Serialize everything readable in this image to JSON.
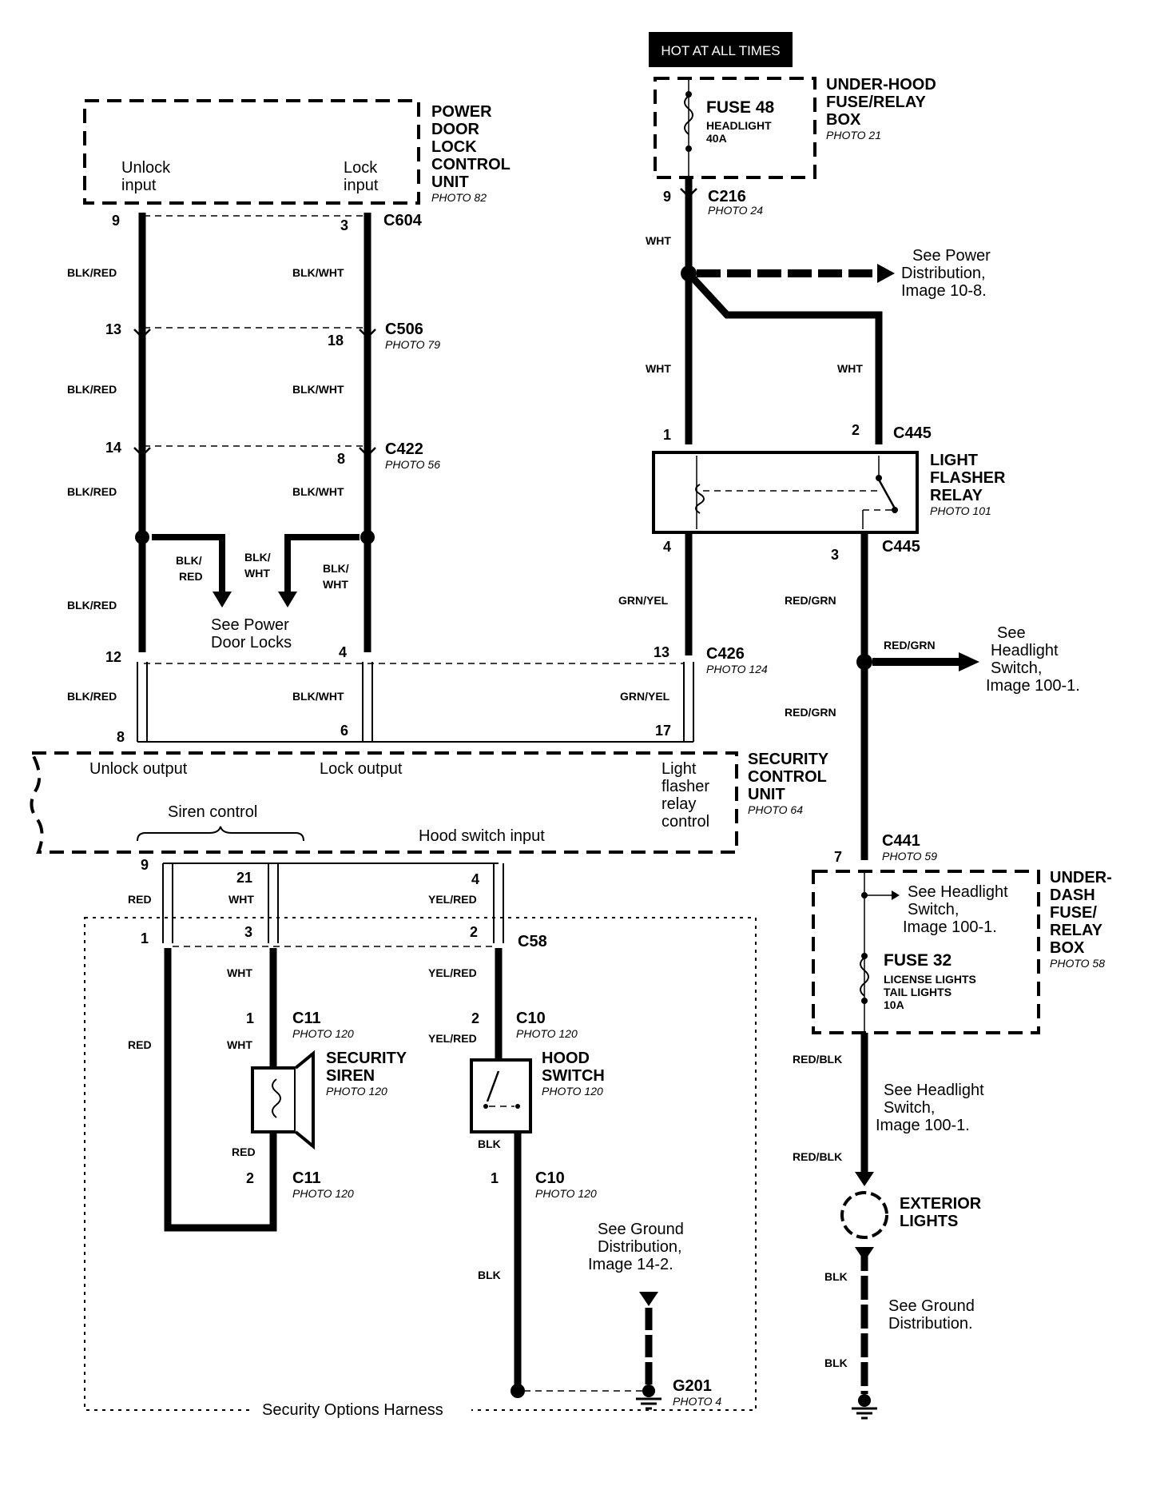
{
  "hot_label": "HOT AT ALL TIMES",
  "underhood": {
    "fuse_name": "FUSE 48",
    "fuse_desc1": "HEADLIGHT",
    "fuse_desc2": "40A",
    "box_line1": "UNDER-HOOD",
    "box_line2": "FUSE/RELAY",
    "box_line3": "BOX",
    "photo": "PHOTO 21"
  },
  "pdl": {
    "line1": "POWER",
    "line2": "DOOR",
    "line3": "LOCK",
    "line4": "CONTROL",
    "line5": "UNIT",
    "photo": "PHOTO 82",
    "unlock_input_1": "Unlock",
    "unlock_input_2": "input",
    "lock_input_1": "Lock",
    "lock_input_2": "input"
  },
  "connectors": {
    "c604": "C604",
    "c216": "C216",
    "c216_photo": "PHOTO 24",
    "c506": "C506",
    "c506_photo": "PHOTO 79",
    "c422": "C422",
    "c422_photo": "PHOTO 56",
    "c445_top": "C445",
    "c445_bottom": "C445",
    "c426": "C426",
    "c426_photo": "PHOTO 124",
    "c441": "C441",
    "c441_photo": "PHOTO 59",
    "c58": "C58",
    "c11_top": "C11",
    "c11_top_photo": "PHOTO 120",
    "c11_bottom": "C11",
    "c11_bottom_photo": "PHOTO 120",
    "c10_top": "C10",
    "c10_top_photo": "PHOTO 120",
    "c10_bottom": "C10",
    "c10_bottom_photo": "PHOTO 120",
    "g201": "G201",
    "g201_photo": "PHOTO 4"
  },
  "pins": {
    "p9a": "9",
    "p3a": "3",
    "p9c216": "9",
    "p13": "13",
    "p18": "18",
    "p14": "14",
    "p8a": "8",
    "p1relay": "1",
    "p2relay": "2",
    "p4relay": "4",
    "p3relay": "3",
    "p12": "12",
    "p4b": "4",
    "p13b": "13",
    "p8b": "8",
    "p6": "6",
    "p17": "17",
    "p9b": "9",
    "p21": "21",
    "p4c": "4",
    "p1c58": "1",
    "p3c58": "3",
    "p2c58": "2",
    "p1c11": "1",
    "p2c11": "2",
    "p2c10": "2",
    "p1c10": "1",
    "p7": "7"
  },
  "wires": {
    "blk_red": "BLK/RED",
    "blk_wht": "BLK/WHT",
    "blk_red_split_1": "BLK/",
    "blk_red_split_2": "RED",
    "blk_wht_split_1": "BLK/",
    "blk_wht_split_2": "WHT",
    "wht": "WHT",
    "grn_yel": "GRN/YEL",
    "red_grn": "RED/GRN",
    "red_blk": "RED/BLK",
    "red": "RED",
    "yel_red": "YEL/RED",
    "blk": "BLK"
  },
  "refs": {
    "power_dist_1": "See Power",
    "power_dist_2": "Distribution,",
    "power_dist_3": "Image 10-8.",
    "door_locks_1": "See Power",
    "door_locks_2": "Door Locks",
    "headlight_a_1": "See",
    "headlight_a_2": "Headlight",
    "headlight_a_3": "Switch,",
    "headlight_a_4": "Image 100-1.",
    "headlight_b_1": "See Headlight",
    "headlight_b_2": "Switch,",
    "headlight_b_3": "Image 100-1.",
    "headlight_c_1": "See Headlight",
    "headlight_c_2": "Switch,",
    "headlight_c_3": "Image 100-1.",
    "ground_a_1": "See Ground",
    "ground_a_2": "Distribution,",
    "ground_a_3": "Image 14-2.",
    "ground_b_1": "See Ground",
    "ground_b_2": "Distribution."
  },
  "relay": {
    "line1": "LIGHT",
    "line2": "FLASHER",
    "line3": "RELAY",
    "photo": "PHOTO 101"
  },
  "security_unit": {
    "line1": "SECURITY",
    "line2": "CONTROL",
    "line3": "UNIT",
    "photo": "PHOTO 64",
    "unlock_output": "Unlock output",
    "lock_output": "Lock output",
    "light_1": "Light",
    "light_2": "flasher",
    "light_3": "relay",
    "light_4": "control",
    "siren_control": "Siren control",
    "hood_switch_input": "Hood switch input"
  },
  "underdash": {
    "line1": "UNDER-",
    "line2": "DASH",
    "line3": "FUSE/",
    "line4": "RELAY",
    "line5": "BOX",
    "photo": "PHOTO 58",
    "fuse_name": "FUSE 32",
    "fuse_desc1": "LICENSE LIGHTS",
    "fuse_desc2": "TAIL LIGHTS",
    "fuse_desc3": "10A"
  },
  "siren": {
    "line1": "SECURITY",
    "line2": "SIREN",
    "photo": "PHOTO 120"
  },
  "hood_switch": {
    "line1": "HOOD",
    "line2": "SWITCH",
    "photo": "PHOTO 120"
  },
  "exterior": {
    "line1": "EXTERIOR",
    "line2": "LIGHTS"
  },
  "harness_label": "Security Options Harness"
}
